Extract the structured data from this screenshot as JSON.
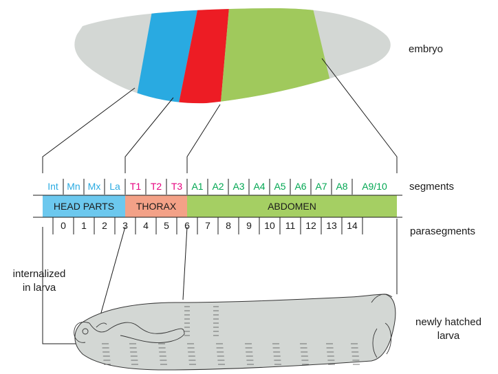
{
  "labels": {
    "embryo": "embryo",
    "segments": "segments",
    "parasegments": "parasegments",
    "internalized": [
      "internalized",
      "in larva"
    ],
    "larva": [
      "newly hatched",
      "larva"
    ]
  },
  "colors": {
    "gray": "#d3d7d4",
    "blue": "#29aae1",
    "red": "#ed1c24",
    "green": "#a0c95c",
    "head_band": "#6cc8ee",
    "thorax_band": "#f3a187",
    "abdomen_band": "#a5cf63",
    "head_text": "#29aae1",
    "thorax_text": "#e6007e",
    "abdomen_text": "#00a651"
  },
  "segments": [
    {
      "label": "Int",
      "group": "head"
    },
    {
      "label": "Mn",
      "group": "head"
    },
    {
      "label": "Mx",
      "group": "head"
    },
    {
      "label": "La",
      "group": "head"
    },
    {
      "label": "T1",
      "group": "thorax"
    },
    {
      "label": "T2",
      "group": "thorax"
    },
    {
      "label": "T3",
      "group": "thorax"
    },
    {
      "label": "A1",
      "group": "abdomen"
    },
    {
      "label": "A2",
      "group": "abdomen"
    },
    {
      "label": "A3",
      "group": "abdomen"
    },
    {
      "label": "A4",
      "group": "abdomen"
    },
    {
      "label": "A5",
      "group": "abdomen"
    },
    {
      "label": "A6",
      "group": "abdomen"
    },
    {
      "label": "A7",
      "group": "abdomen"
    },
    {
      "label": "A8",
      "group": "abdomen"
    },
    {
      "label": "A9/10",
      "group": "abdomen"
    }
  ],
  "bands": [
    {
      "label": "HEAD PARTS",
      "group": "head"
    },
    {
      "label": "THORAX",
      "group": "thorax"
    },
    {
      "label": "ABDOMEN",
      "group": "abdomen"
    }
  ],
  "parasegments": [
    "0",
    "1",
    "2",
    "3",
    "4",
    "5",
    "6",
    "7",
    "8",
    "9",
    "10",
    "11",
    "12",
    "13",
    "14"
  ]
}
